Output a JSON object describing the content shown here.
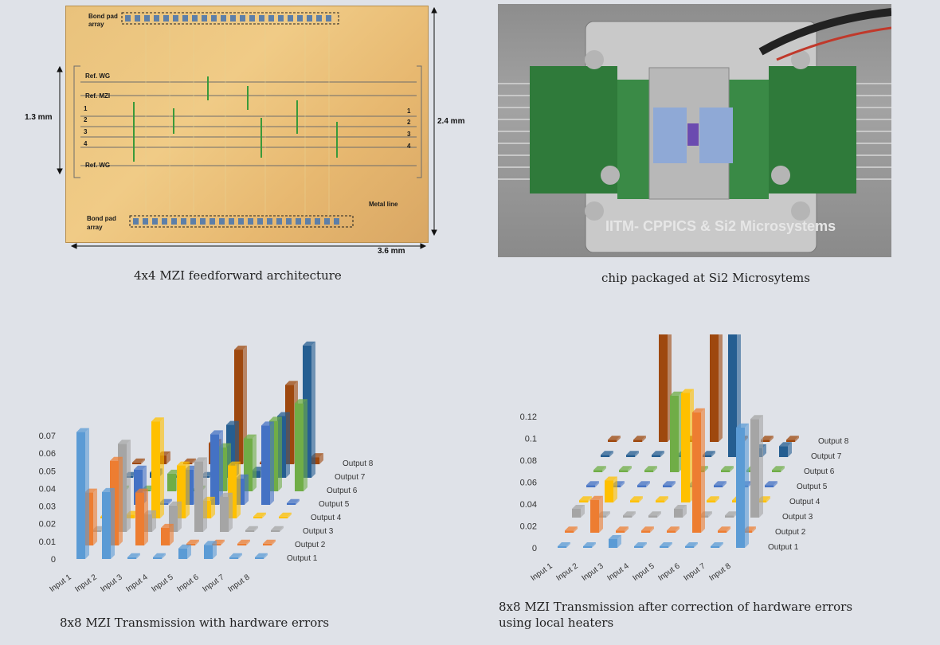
{
  "figures": {
    "chip": {
      "caption": "4x4 MZI feedforward architecture",
      "labels": {
        "bond_pad_top": "Bond pad",
        "bond_pad_top2": "array",
        "bond_pad_bottom": "Bond pad",
        "bond_pad_bottom2": "array",
        "ref_wg_top": "Ref. WG",
        "ref_mzi": "Ref. MZI",
        "ref_wg_bottom": "Ref. WG",
        "metal_line": "Metal line",
        "dim_height_inner": "1.3 mm",
        "dim_height_outer": "2.4 mm",
        "dim_width": "3.6 mm",
        "ports_left": [
          "1",
          "2",
          "3",
          "4"
        ],
        "ports_right": [
          "1",
          "2",
          "3",
          "4"
        ]
      }
    },
    "package": {
      "caption": "chip packaged at Si2 Microsytems",
      "engraving": "IITM- CPPICS & Si2 Microsystems"
    },
    "chart_before": {
      "caption": "8x8 MZI Transmission with hardware errors"
    },
    "chart_after": {
      "caption_line1": "8x8 MZI Transmission after correction of hardware errors",
      "caption_line2": "using local heaters"
    }
  },
  "colors": {
    "series": [
      "#5b9bd5",
      "#ed7d31",
      "#a5a5a5",
      "#ffc000",
      "#4472c4",
      "#70ad47",
      "#255e91",
      "#9e480e"
    ]
  },
  "chart_data": [
    {
      "type": "bar",
      "subtype": "3d-bar",
      "categories": [
        "Input 1",
        "Input 2",
        "Input 3",
        "Input 4",
        "Input 5",
        "Input 6",
        "Input 7",
        "Input 8"
      ],
      "yticks": [
        "0",
        "0.01",
        "0.02",
        "0.03",
        "0.04",
        "0.05",
        "0.06",
        "0.07"
      ],
      "ylim": [
        0,
        0.07
      ],
      "series": [
        {
          "name": "Output 1",
          "values": [
            0.072,
            0.038,
            0.001,
            0.001,
            0.006,
            0.008,
            0.001,
            0.001
          ]
        },
        {
          "name": "Output 2",
          "values": [
            0.03,
            0.048,
            0.03,
            0.01,
            0.001,
            0.001,
            0.001,
            0.001
          ]
        },
        {
          "name": "Output 3",
          "values": [
            0.001,
            0.05,
            0.01,
            0.015,
            0.04,
            0.02,
            0.001,
            0.001
          ]
        },
        {
          "name": "Output 4",
          "values": [
            0.001,
            0.002,
            0.055,
            0.03,
            0.01,
            0.03,
            0.001,
            0.001
          ]
        },
        {
          "name": "Output 5",
          "values": [
            0.001,
            0.02,
            0.001,
            0.02,
            0.04,
            0.015,
            0.045,
            0.001
          ]
        },
        {
          "name": "Output 6",
          "values": [
            0.001,
            0.001,
            0.01,
            0.001,
            0.025,
            0.03,
            0.04,
            0.05
          ]
        },
        {
          "name": "Output 7",
          "values": [
            0.001,
            0.003,
            0.001,
            0.001,
            0.03,
            0.004,
            0.035,
            0.075
          ]
        },
        {
          "name": "Output 8",
          "values": [
            0.001,
            0.005,
            0.001,
            0.012,
            0.065,
            0.001,
            0.045,
            0.004
          ]
        }
      ]
    },
    {
      "type": "bar",
      "subtype": "3d-bar",
      "categories": [
        "Input 1",
        "Input 2",
        "Input 3",
        "Input 4",
        "Input 5",
        "Input 6",
        "Input 7",
        "Input 8"
      ],
      "yticks": [
        "0",
        "0.02",
        "0.04",
        "0.06",
        "0.08",
        "0.1",
        "0.12"
      ],
      "ylim": [
        0,
        0.12
      ],
      "series": [
        {
          "name": "Output 1",
          "values": [
            0.001,
            0.001,
            0.008,
            0.001,
            0.001,
            0.001,
            0.001,
            0.11
          ]
        },
        {
          "name": "Output 2",
          "values": [
            0.002,
            0.03,
            0.002,
            0.002,
            0.002,
            0.11,
            0.002,
            0.002
          ]
        },
        {
          "name": "Output 3",
          "values": [
            0.008,
            0.002,
            0.002,
            0.002,
            0.008,
            0.002,
            0.002,
            0.09
          ]
        },
        {
          "name": "Output 4",
          "values": [
            0.002,
            0.02,
            0.002,
            0.002,
            0.1,
            0.002,
            0.002,
            0.002
          ]
        },
        {
          "name": "Output 5",
          "values": [
            0.002,
            0.002,
            0.002,
            0.002,
            0.002,
            0.002,
            0.002,
            0.002
          ]
        },
        {
          "name": "Output 6",
          "values": [
            0.002,
            0.002,
            0.002,
            0.07,
            0.002,
            0.002,
            0.002,
            0.002
          ]
        },
        {
          "name": "Output 7",
          "values": [
            0.002,
            0.002,
            0.002,
            0.002,
            0.002,
            0.12,
            0.008,
            0.01
          ]
        },
        {
          "name": "Output 8",
          "values": [
            0.002,
            0.002,
            0.11,
            0.002,
            0.12,
            0.002,
            0.002,
            0.002
          ]
        }
      ]
    }
  ]
}
